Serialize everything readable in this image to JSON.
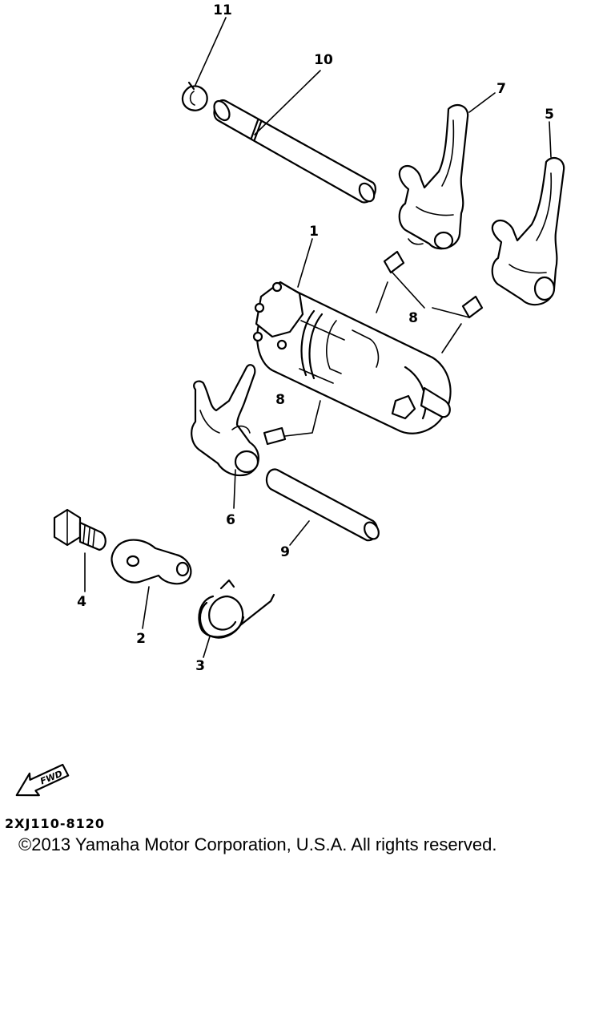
{
  "diagram": {
    "callouts": [
      {
        "id": "c11",
        "number": "11"
      },
      {
        "id": "c10",
        "number": "10"
      },
      {
        "id": "c7",
        "number": "7"
      },
      {
        "id": "c5",
        "number": "5"
      },
      {
        "id": "c1",
        "number": "1"
      },
      {
        "id": "c8a",
        "number": "8"
      },
      {
        "id": "c8b",
        "number": "8"
      },
      {
        "id": "c6",
        "number": "6"
      },
      {
        "id": "c9",
        "number": "9"
      },
      {
        "id": "c4",
        "number": "4"
      },
      {
        "id": "c2",
        "number": "2"
      },
      {
        "id": "c3",
        "number": "3"
      }
    ],
    "fwd_label": "FWD",
    "part_code": "2XJ110-8120",
    "copyright": "©2013 Yamaha Motor Corporation, U.S.A. All rights reserved."
  }
}
